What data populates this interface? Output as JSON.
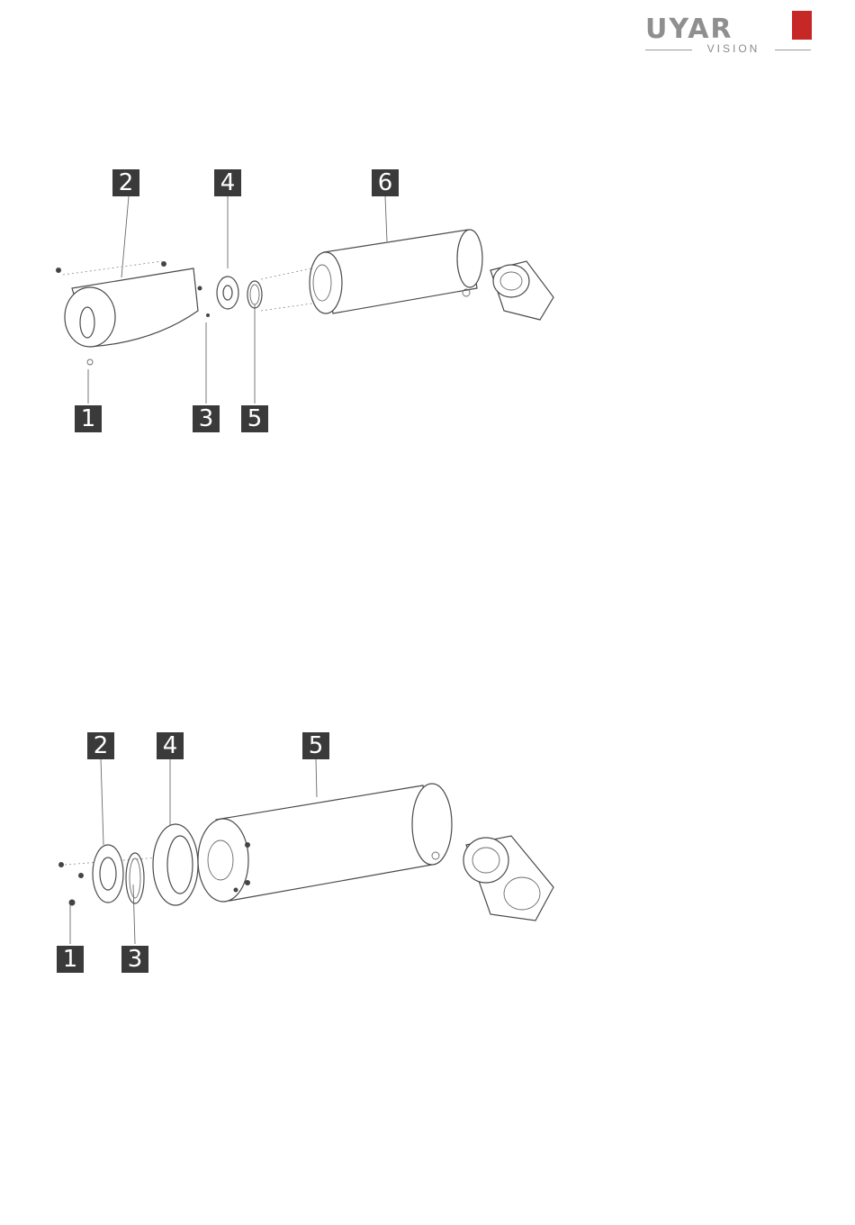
{
  "logo": {
    "brand": "UYAR",
    "sub": "VISION",
    "accent_color": "#c62828"
  },
  "diagrams": [
    {
      "callouts": [
        "2",
        "4",
        "6",
        "1",
        "3",
        "5"
      ]
    },
    {
      "callouts": [
        "2",
        "4",
        "5",
        "1",
        "3"
      ]
    }
  ]
}
